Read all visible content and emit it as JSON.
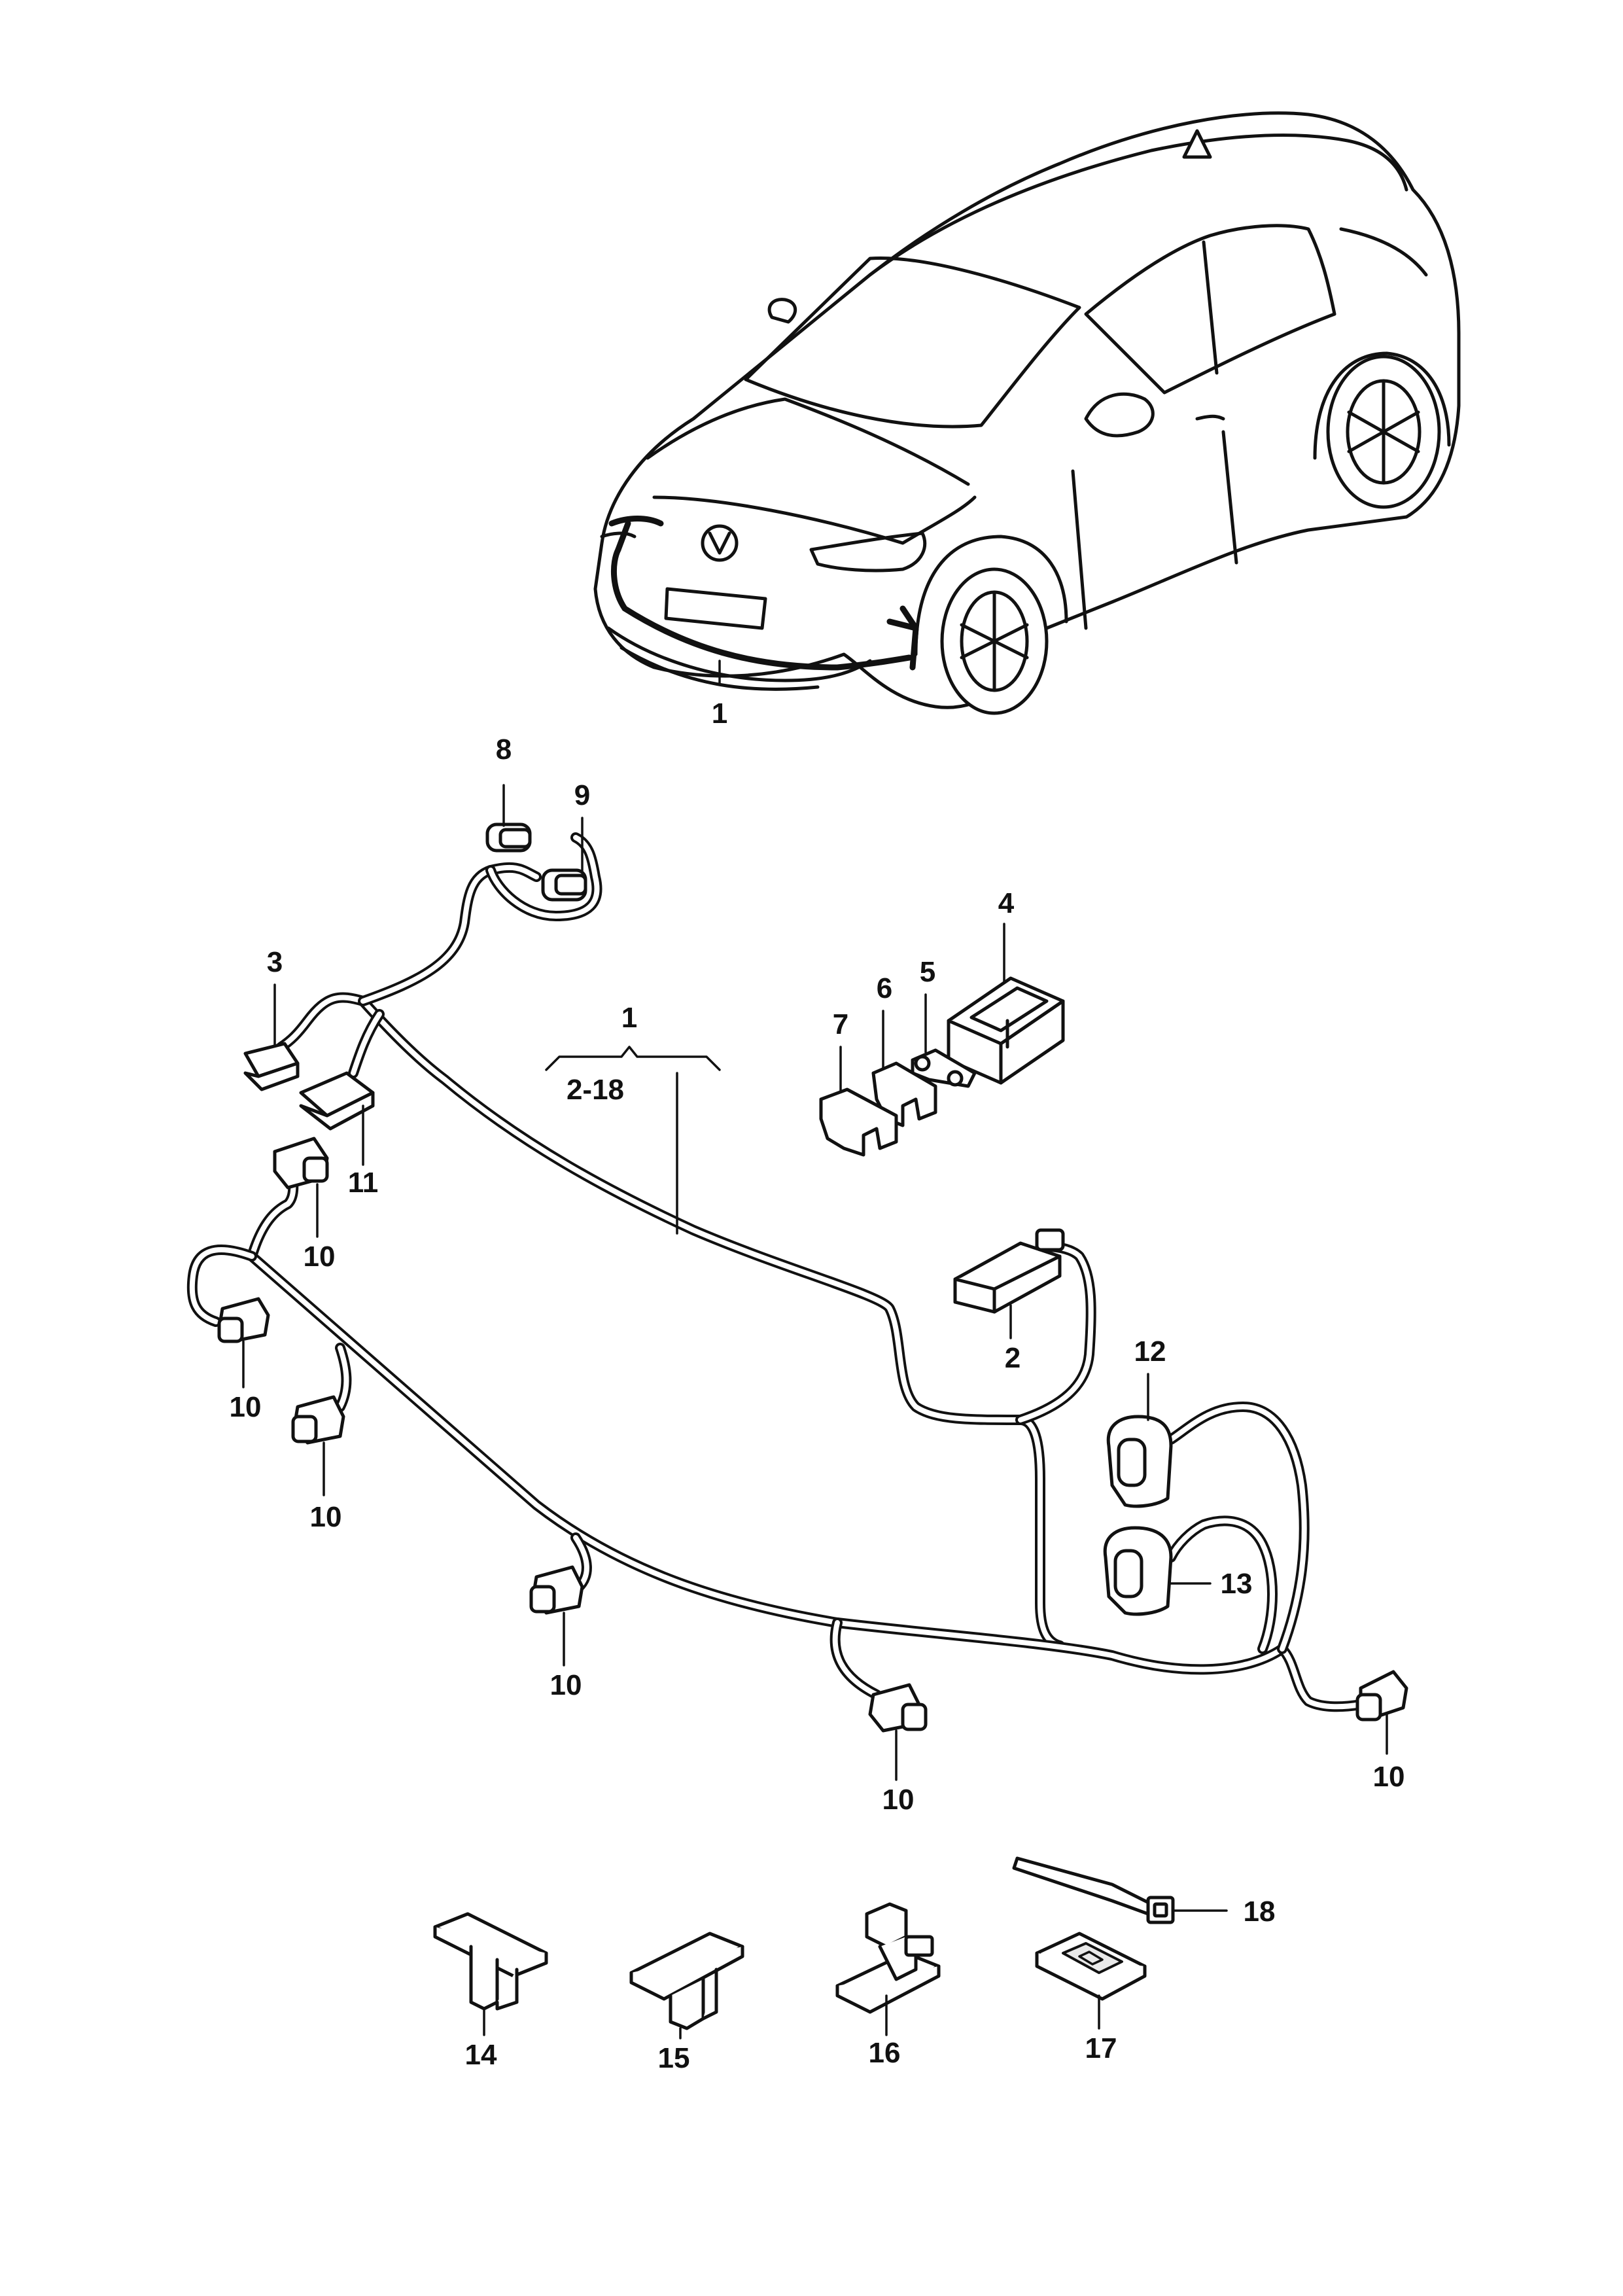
{
  "diagram": {
    "callouts": {
      "c1_car": "1",
      "c1_set": "1",
      "c_range": "2-18",
      "c2": "2",
      "c3": "3",
      "c4": "4",
      "c5": "5",
      "c6": "6",
      "c7": "7",
      "c8": "8",
      "c9": "9",
      "c10_a": "10",
      "c10_b": "10",
      "c10_c": "10",
      "c10_d": "10",
      "c10_e": "10",
      "c10_f": "10",
      "c11": "11",
      "c12": "12",
      "c13": "13",
      "c14": "14",
      "c15": "15",
      "c16": "16",
      "c17": "17",
      "c18": "18"
    }
  }
}
